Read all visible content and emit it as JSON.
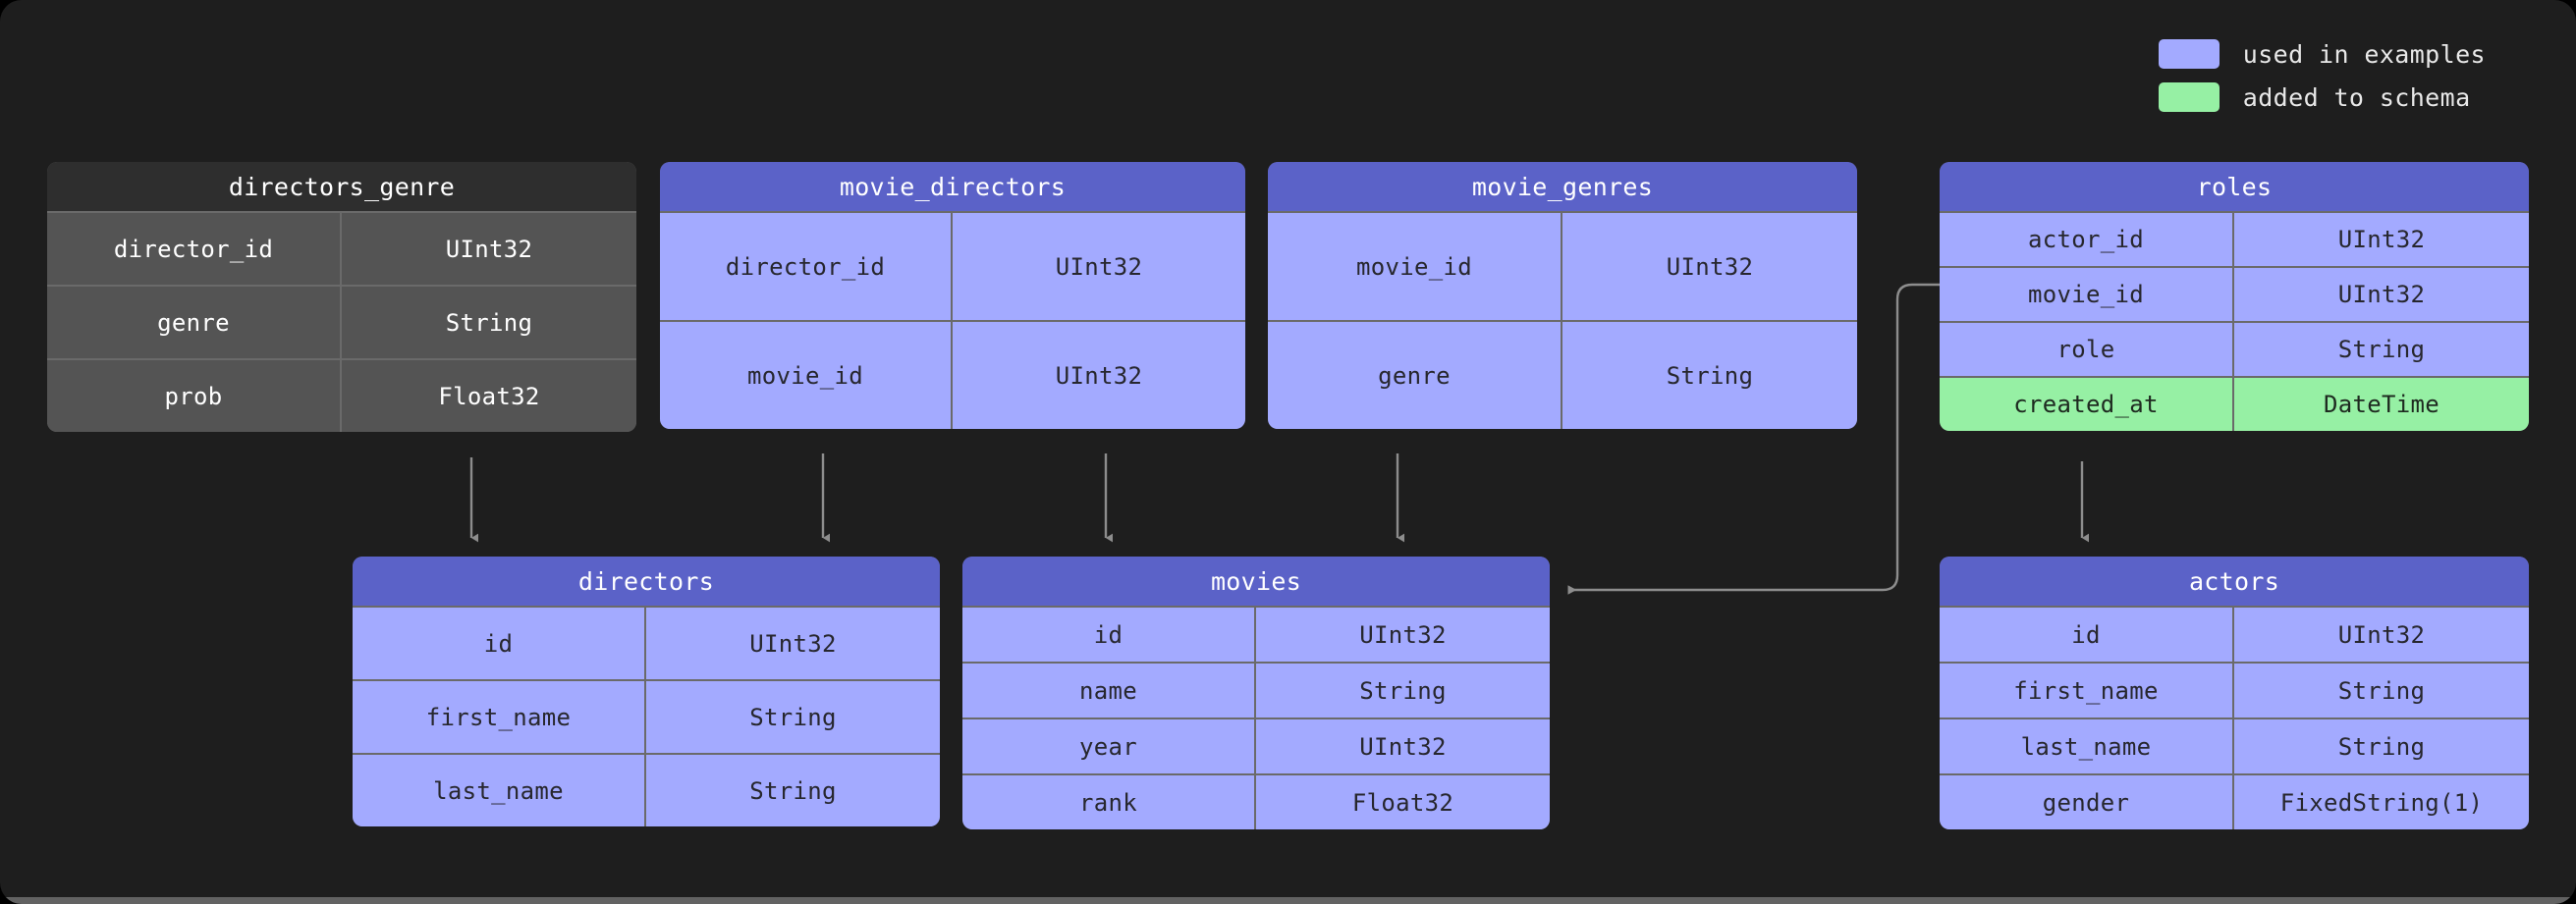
{
  "legend": {
    "items": [
      {
        "label": "used in examples",
        "color": "#a3aaff",
        "name": "used-in-examples"
      },
      {
        "label": "added to schema",
        "color": "#96f0a4",
        "name": "added-to-schema"
      }
    ]
  },
  "tables": {
    "directors_genre": {
      "title": "directors_genre",
      "variant": "plain",
      "rows": [
        {
          "name": "director_id",
          "type": "UInt32",
          "highlight": "none"
        },
        {
          "name": "genre",
          "type": "String",
          "highlight": "none"
        },
        {
          "name": "prob",
          "type": "Float32",
          "highlight": "none"
        }
      ]
    },
    "movie_directors": {
      "title": "movie_directors",
      "variant": "blue",
      "rows": [
        {
          "name": "director_id",
          "type": "UInt32",
          "highlight": "none"
        },
        {
          "name": "movie_id",
          "type": "UInt32",
          "highlight": "none"
        }
      ]
    },
    "movie_genres": {
      "title": "movie_genres",
      "variant": "blue",
      "rows": [
        {
          "name": "movie_id",
          "type": "UInt32",
          "highlight": "none"
        },
        {
          "name": "genre",
          "type": "String",
          "highlight": "none"
        }
      ]
    },
    "roles": {
      "title": "roles",
      "variant": "blue",
      "rows": [
        {
          "name": "actor_id",
          "type": "UInt32",
          "highlight": "none"
        },
        {
          "name": "movie_id",
          "type": "UInt32",
          "highlight": "none"
        },
        {
          "name": "role",
          "type": "String",
          "highlight": "none"
        },
        {
          "name": "created_at",
          "type": "DateTime",
          "highlight": "green"
        }
      ]
    },
    "directors": {
      "title": "directors",
      "variant": "blue",
      "rows": [
        {
          "name": "id",
          "type": "UInt32",
          "highlight": "none"
        },
        {
          "name": "first_name",
          "type": "String",
          "highlight": "none"
        },
        {
          "name": "last_name",
          "type": "String",
          "highlight": "none"
        }
      ]
    },
    "movies": {
      "title": "movies",
      "variant": "blue",
      "rows": [
        {
          "name": "id",
          "type": "UInt32",
          "highlight": "none"
        },
        {
          "name": "name",
          "type": "String",
          "highlight": "none"
        },
        {
          "name": "year",
          "type": "UInt32",
          "highlight": "none"
        },
        {
          "name": "rank",
          "type": "Float32",
          "highlight": "none"
        }
      ]
    },
    "actors": {
      "title": "actors",
      "variant": "blue",
      "rows": [
        {
          "name": "id",
          "type": "UInt32",
          "highlight": "none"
        },
        {
          "name": "first_name",
          "type": "String",
          "highlight": "none"
        },
        {
          "name": "last_name",
          "type": "String",
          "highlight": "none"
        },
        {
          "name": "gender",
          "type": "FixedString(1)",
          "highlight": "none"
        }
      ]
    }
  },
  "relations": [
    {
      "from": "directors_genre",
      "to": "directors"
    },
    {
      "from": "movie_directors",
      "to": "directors"
    },
    {
      "from": "movie_directors",
      "to": "movies"
    },
    {
      "from": "movie_genres",
      "to": "movies"
    },
    {
      "from": "roles",
      "to": "movies"
    },
    {
      "from": "roles",
      "to": "actors"
    }
  ],
  "colors": {
    "canvas": "#1e1e1e",
    "blue_header": "#5b62c8",
    "blue_cell": "#a3aaff",
    "green_cell": "#96f0a4",
    "plain_header": "#2e2e2e",
    "plain_cell": "#545454",
    "border": "#6a6a6a",
    "connector": "#9a9a9a"
  }
}
